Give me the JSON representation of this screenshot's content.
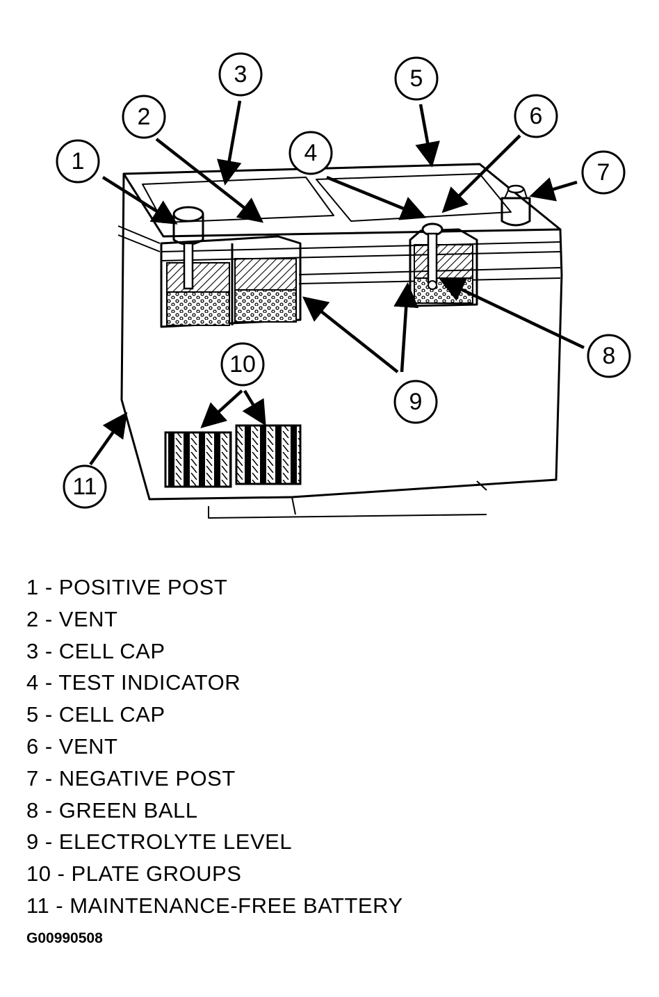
{
  "diagram": {
    "callouts": [
      {
        "number": "1"
      },
      {
        "number": "2"
      },
      {
        "number": "3"
      },
      {
        "number": "4"
      },
      {
        "number": "5"
      },
      {
        "number": "6"
      },
      {
        "number": "7"
      },
      {
        "number": "8"
      },
      {
        "number": "9"
      },
      {
        "number": "10"
      },
      {
        "number": "11"
      }
    ]
  },
  "legend": [
    "1 - POSITIVE POST",
    "2 - VENT",
    "3 - CELL CAP",
    "4 - TEST INDICATOR",
    "5 - CELL CAP",
    "6 - VENT",
    "7 - NEGATIVE POST",
    "8 - GREEN BALL",
    "9 - ELECTROLYTE LEVEL",
    "10 - PLATE GROUPS",
    "11 - MAINTENANCE-FREE BATTERY"
  ],
  "figure_code": "G00990508"
}
